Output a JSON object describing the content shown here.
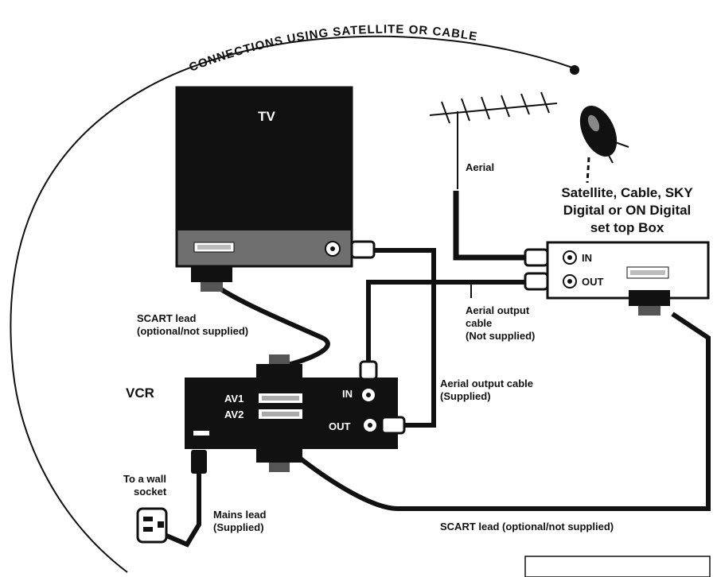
{
  "title": "CONNECTIONS USING SATELLITE OR CABLE",
  "devices": {
    "tv": "TV",
    "vcr": "VCR",
    "vcr_av1": "AV1",
    "vcr_av2": "AV2",
    "vcr_in": "IN",
    "vcr_out": "OUT",
    "stb_in": "IN",
    "stb_out": "OUT"
  },
  "labels": {
    "aerial": "Aerial",
    "stb_line1": "Satellite, Cable, SKY",
    "stb_line2": "Digital or ON Digital",
    "stb_line3": "set top Box",
    "scart_tv_line1": "SCART lead",
    "scart_tv_line2": "(optional/not supplied)",
    "aerial_out_line1": "Aerial output",
    "aerial_out_line2": "cable",
    "aerial_out_line3": "(Not supplied)",
    "aerial_out_supplied_line1": "Aerial output cable",
    "aerial_out_supplied_line2": "(Supplied)",
    "wall_line1": "To a wall",
    "wall_line2": "socket",
    "mains_line1": "Mains lead",
    "mains_line2": "(Supplied)",
    "scart_stb": "SCART lead (optional/not supplied)"
  }
}
